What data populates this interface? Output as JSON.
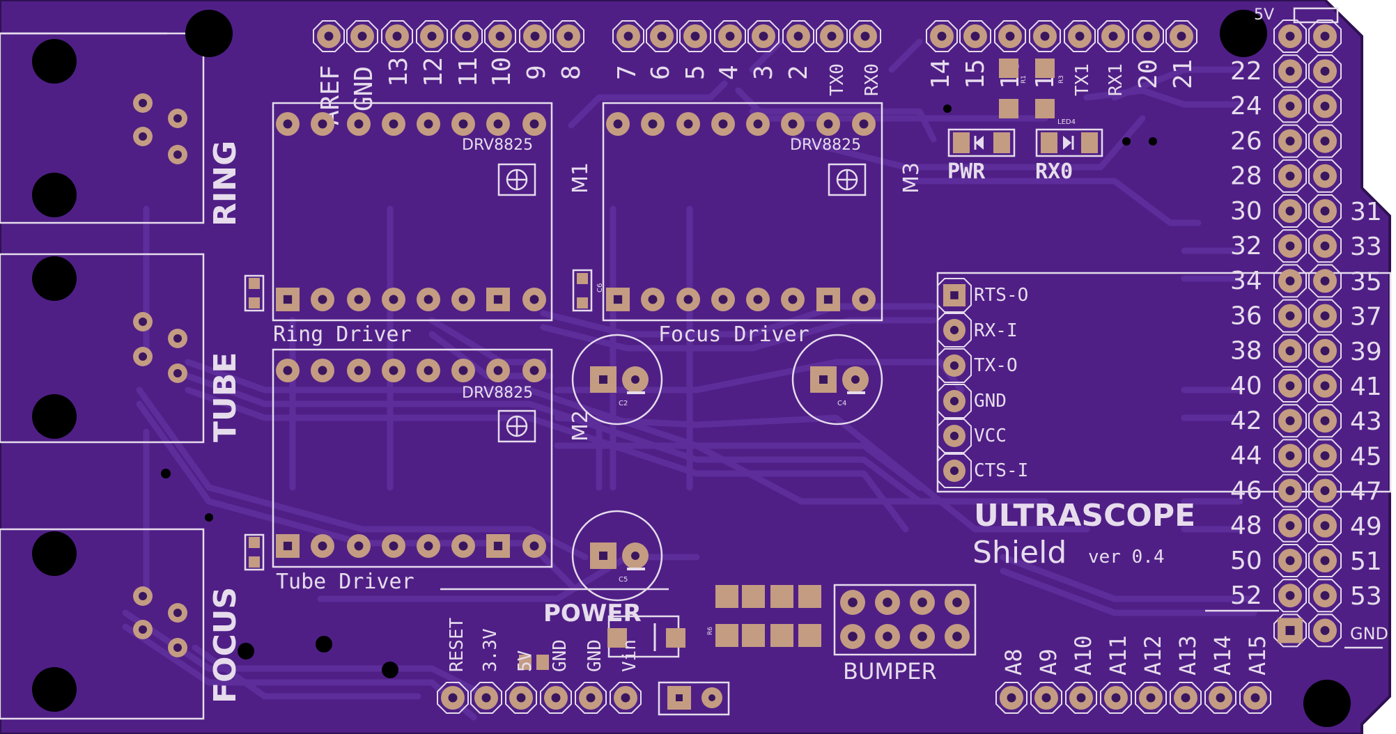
{
  "board": {
    "title": "ULTRASCOPE",
    "subtitle": "Shield",
    "version": "ver 0.4",
    "colors": {
      "board": "#4f1f86",
      "trace": "#5a2a94",
      "copper": "#c49c82",
      "silk": "#e6dcec",
      "edge": "#2f1152"
    }
  },
  "header_top": {
    "left_labels": [
      "AREF",
      "GND",
      "13",
      "12",
      "11",
      "10",
      "9",
      "8"
    ],
    "mid_labels": [
      "7",
      "6",
      "5",
      "4",
      "3",
      "2",
      "TX0",
      "RX0"
    ],
    "right_labels": [
      "14",
      "15",
      "16",
      "17",
      "TX1",
      "RX1",
      "20",
      "21"
    ]
  },
  "header_right": {
    "top_label": "5V",
    "left_numbers": [
      "22",
      "24",
      "26",
      "28",
      "30",
      "32",
      "34",
      "36",
      "38",
      "40",
      "42",
      "44",
      "46",
      "48",
      "50",
      "52"
    ],
    "right_numbers": [
      "31",
      "33",
      "35",
      "37",
      "39",
      "41",
      "43",
      "45",
      "47",
      "49",
      "51",
      "53"
    ],
    "gnd_label": "GND"
  },
  "header_analog": {
    "labels": [
      "A8",
      "A9",
      "A10",
      "A11",
      "A12",
      "A13",
      "A14",
      "A15"
    ]
  },
  "header_power": {
    "title": "POWER",
    "labels": [
      "RESET",
      "3.3V",
      "5V",
      "GND",
      "GND",
      "Vin"
    ]
  },
  "connectors": {
    "jacks": [
      "RING",
      "TUBE",
      "FOCUS"
    ],
    "bumper": "BUMPER"
  },
  "drivers": [
    {
      "module": "DRV8825",
      "label": "Ring Driver",
      "motor": "M1"
    },
    {
      "module": "DRV8825",
      "label": "Focus Driver",
      "motor": "M3"
    },
    {
      "module": "DRV8825",
      "label": "Tube Driver",
      "motor": "M2"
    }
  ],
  "capacitors": {
    "c2": "C2",
    "c4": "C4",
    "c5": "C5",
    "c6": "C6"
  },
  "leds": {
    "pwr": "PWR",
    "rx0": "RX0",
    "led_ref": "LED4",
    "r1": "R1",
    "r3": "R3"
  },
  "resistor_array": "R6",
  "serial_header": {
    "pins": [
      "RTS-O",
      "RX-I",
      "TX-O",
      "GND",
      "VCC",
      "CTS-I"
    ]
  }
}
